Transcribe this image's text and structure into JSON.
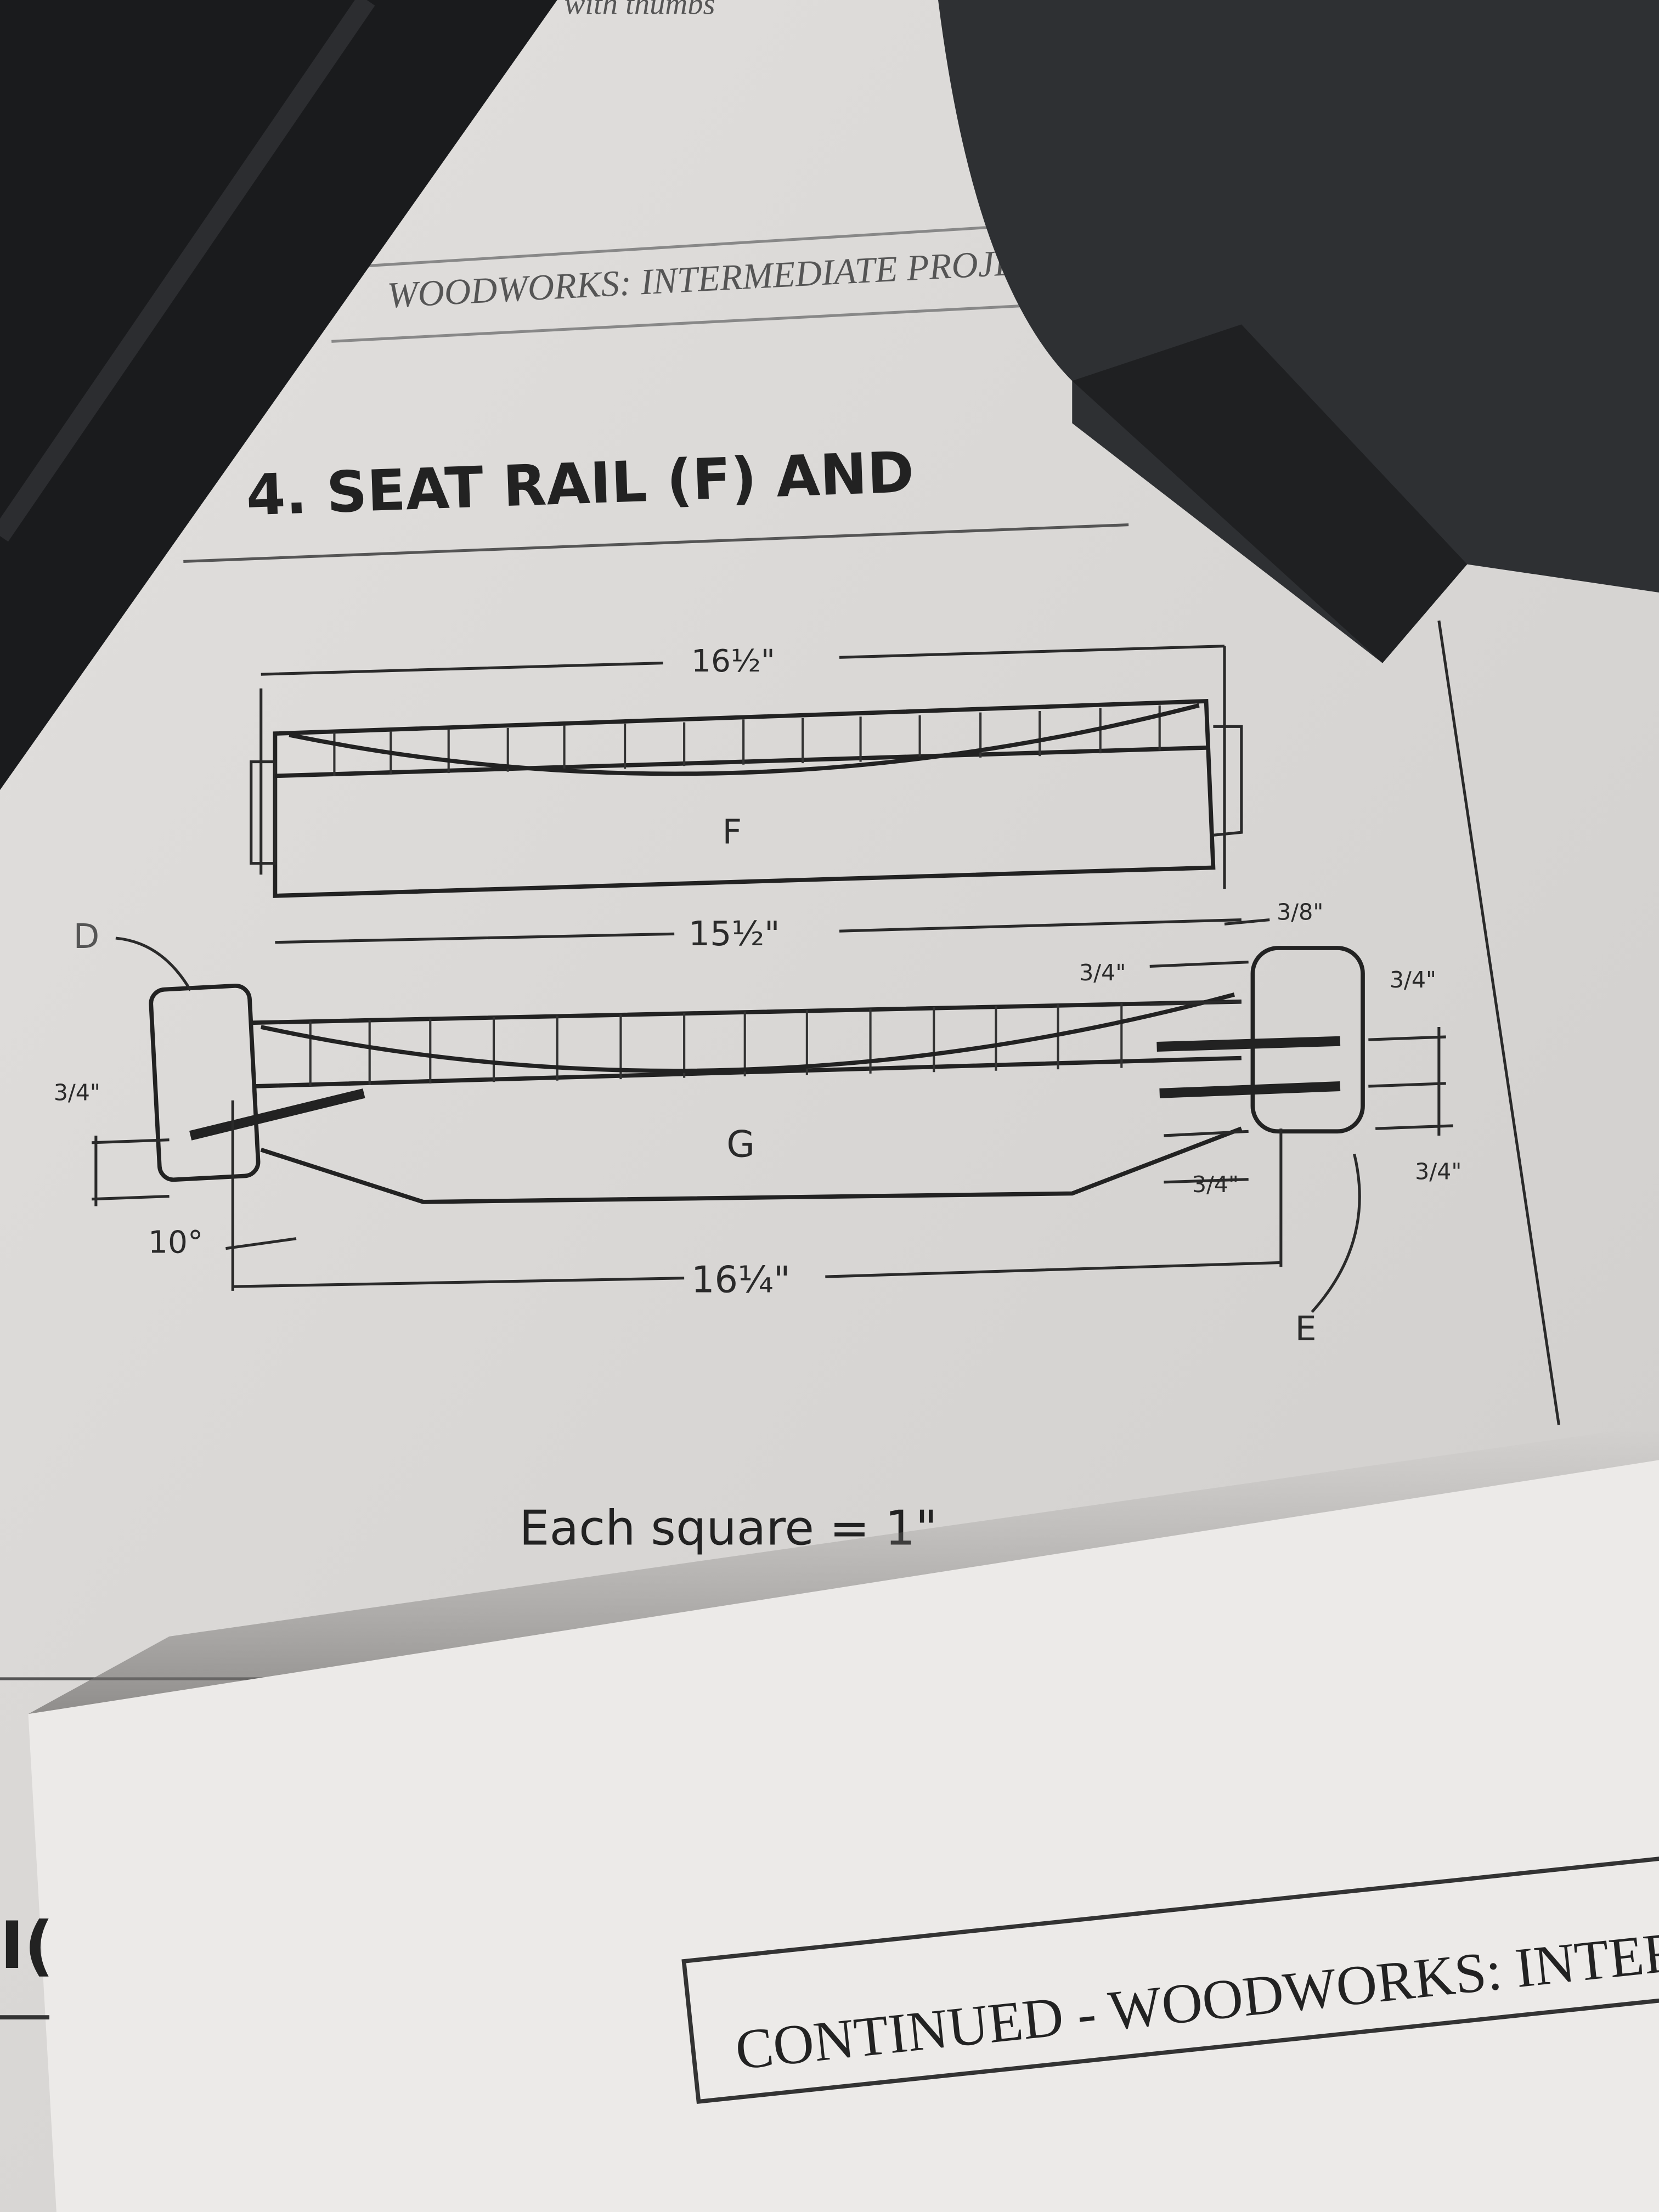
{
  "top_fragment": "with thumbs",
  "running_header": "WOODWORKS: INTERMEDIATE PROJE",
  "section_title": "4. SEAT RAIL (F) AND",
  "diagram": {
    "part_f_label": "F",
    "part_g_label": "G",
    "part_d_label": "D",
    "part_e_label": "E",
    "dim_top": "16½\"",
    "dim_middle": "15½\"",
    "dim_bottom": "16¼\"",
    "dim_three_eighths": "3/8\"",
    "dim_three_quarter_left": "3/4\"",
    "dim_three_quarter_upper": "3/4\"",
    "dim_three_quarter_lower": "3/4\"",
    "dim_three_quarter_right_top": "3/4\"",
    "dim_three_quarter_right_bottom": "3/4\"",
    "angle": "10°",
    "caption": "Each square = 1\""
  },
  "bottom_sheet": {
    "left_fragment": "I(",
    "footer_box": "CONTINUED - WOODWORKS: INTERMED"
  },
  "colors": {
    "paper": "#dcdad8",
    "ink": "#2a2a2a",
    "strap": "#1a1b1d",
    "object": "#2e3033"
  }
}
